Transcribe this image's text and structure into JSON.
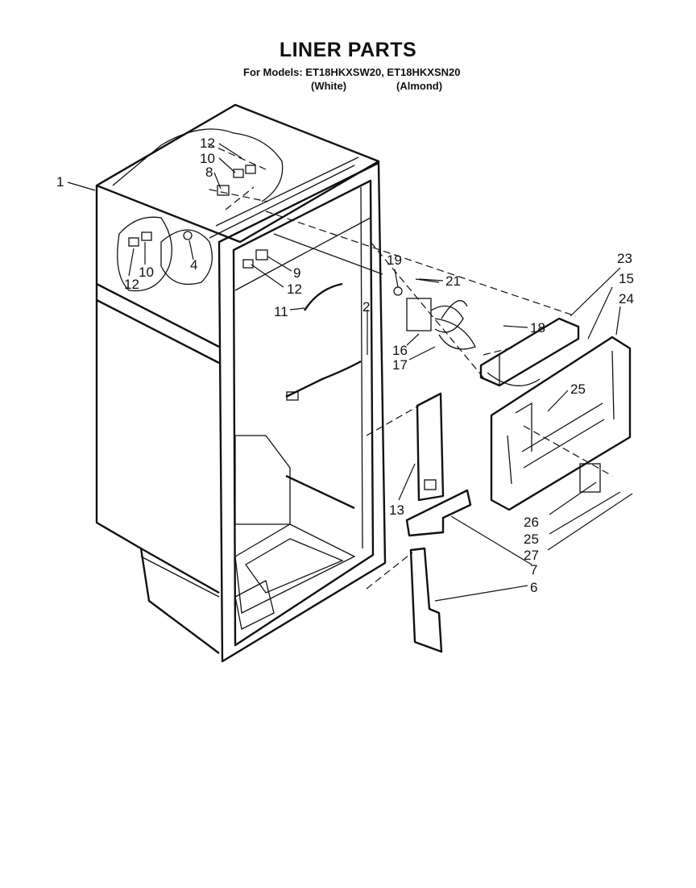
{
  "header": {
    "title": "LINER PARTS",
    "models_line": "For Models: ET18HKXSW20, ET18HKXSN20",
    "variant_white": "(White)",
    "variant_almond": "(Almond)"
  },
  "callouts": {
    "c1": "1",
    "c12a": "12",
    "c10a": "10",
    "c8": "8",
    "c4": "4",
    "c12b": "12",
    "c10b": "10",
    "c9": "9",
    "c12c": "12",
    "c11": "11",
    "c2": "2",
    "c19": "19",
    "c21": "21",
    "c23": "23",
    "c15": "15",
    "c24": "24",
    "c18": "18",
    "c16": "16",
    "c17": "17",
    "c25a": "25",
    "c13": "13",
    "c26": "26",
    "c25b": "25",
    "c27": "27",
    "c7": "7",
    "c6": "6"
  }
}
